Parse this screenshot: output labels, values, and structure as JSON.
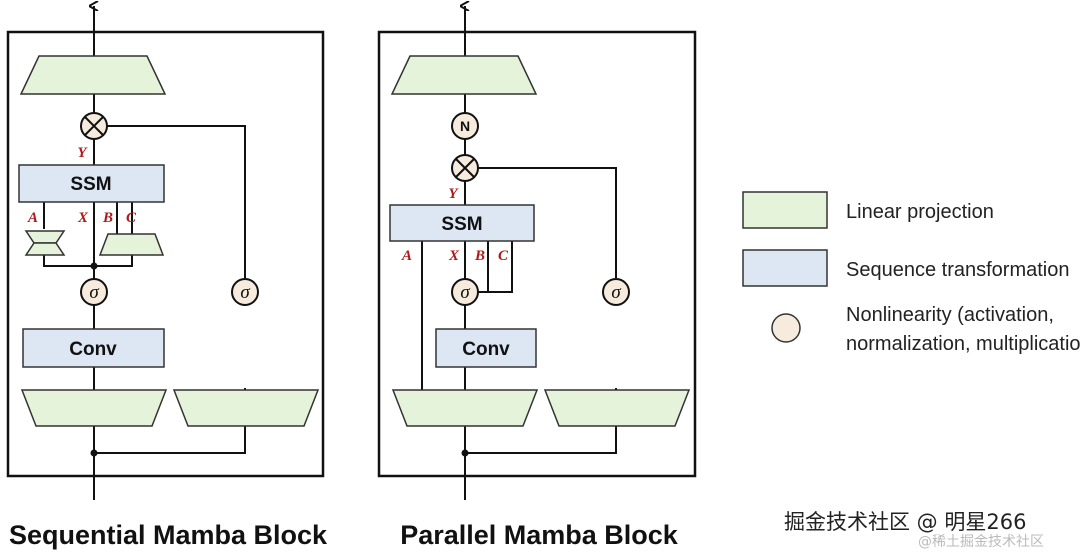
{
  "colors": {
    "linear_projection_fill": "#e4f3da",
    "sequence_transformation_fill": "#dde6f3",
    "nonlinearity_fill": "#f6ebdd",
    "variable_label": "#b01818"
  },
  "sequential": {
    "title": "Sequential Mamba Block",
    "ssm_label": "SSM",
    "conv_label": "Conv",
    "var_y": "Y",
    "var_a": "A",
    "var_x": "X",
    "var_b": "B",
    "var_c": "C",
    "sigma": "σ"
  },
  "parallel": {
    "title": "Parallel Mamba Block",
    "ssm_label": "SSM",
    "conv_label": "Conv",
    "norm_label": "N",
    "var_y": "Y",
    "var_a": "A",
    "var_x": "X",
    "var_b": "B",
    "var_c": "C",
    "sigma": "σ"
  },
  "legend": {
    "linear_projection": "Linear projection",
    "sequence_transformation": "Sequence transformation",
    "nonlinearity_line1": "Nonlinearity (activation,",
    "nonlinearity_line2": "normalization, multiplication)"
  },
  "watermark": {
    "main": "掘金技术社区 @ 明星266",
    "sub": "@稀土掘金技术社区"
  }
}
